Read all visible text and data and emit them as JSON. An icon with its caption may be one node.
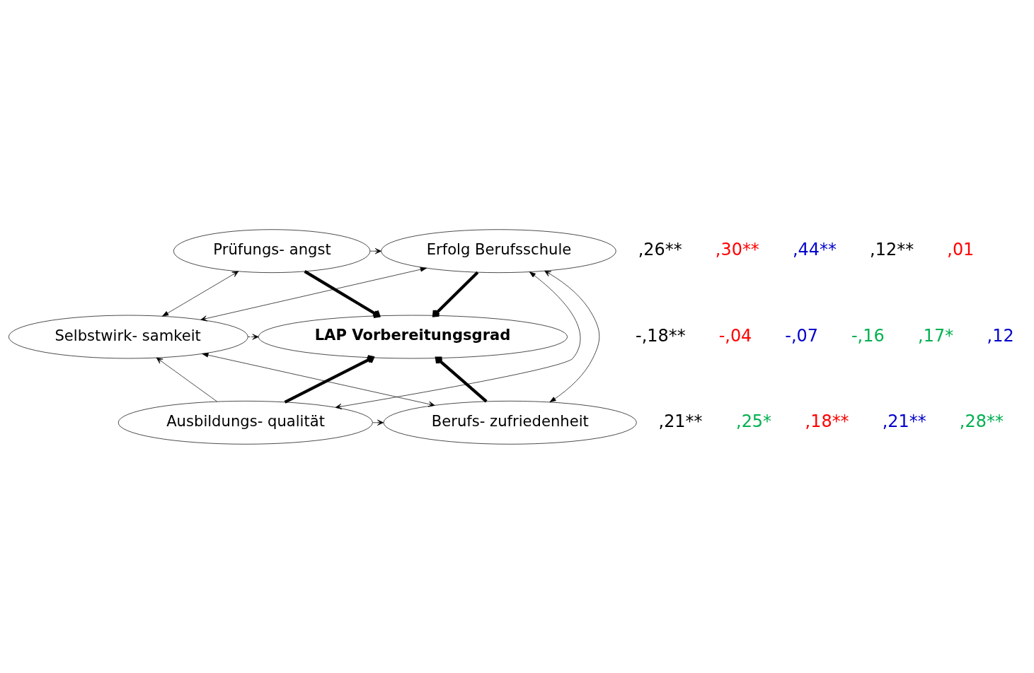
{
  "diagram": {
    "nodes": [
      {
        "text": [
          "Erfolg Berufsschule"
        ]
      },
      {
        "text": [
          "Prüfungs- angst"
        ]
      },
      {
        "text": [
          "Selbstwirk- samkeit"
        ]
      },
      {
        "text": [
          "LAP Vorbereitungsgrad"
        ]
      },
      {
        "text": [
          "Ausbildungs- qualität"
        ]
      },
      {
        "text": [
          "Berufs- zufriedenheit"
        ]
      }
    ],
    "edges": [
      {
        "from": 1,
        "to": 0,
        "arrow": "to"
      },
      {
        "from": 0,
        "to": 3,
        "arrow": "to",
        "style": "thick"
      },
      {
        "from": 1,
        "to": 3,
        "arrow": "to",
        "style": "thick"
      },
      {
        "from": 0,
        "to": 2,
        "arrow": "both"
      },
      {
        "from": 2,
        "to": 1,
        "arrow": "both"
      },
      {
        "from": 2,
        "to": 3,
        "arrow": "to",
        "style": "dashed"
      },
      {
        "from": 4,
        "to": 2,
        "arrow": "to"
      },
      {
        "from": 4,
        "to": 3,
        "arrow": "to",
        "style": "thick"
      },
      {
        "from": 2,
        "to": 5,
        "arrow": "both"
      },
      {
        "from": 4,
        "to": 5,
        "arrow": "to"
      },
      {
        "from": 5,
        "to": 3,
        "arrow": "to",
        "style": "thick"
      },
      {
        "from": 0,
        "to": 4,
        "arrow": "both"
      },
      {
        "from": 5,
        "to": 0,
        "arrow": "both"
      }
    ],
    "labels": [
      "-,18**",
      ",26**",
      "-,04",
      ",30**",
      "-,07",
      ",44**",
      "-,16",
      ",17*",
      ",12**",
      ",01",
      ",21**",
      ",12",
      ",25*",
      ",18**",
      ",21**",
      ",28**"
    ]
  }
}
